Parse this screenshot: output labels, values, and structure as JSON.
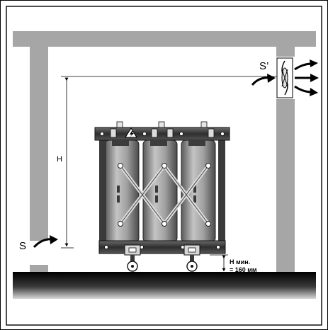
{
  "labels": {
    "inlet": "S",
    "outlet": "S’",
    "height": "H",
    "min_height_line1": "H мин.",
    "min_height_line2": "= 160 мм"
  },
  "icons": {
    "fan": "exhaust-fan-icon",
    "warning": "high-voltage-warning-icon"
  },
  "colors": {
    "wall": "#a6a6a6",
    "floor_dark": "#1a1a1a",
    "transformer_dark": "#3a3a3a",
    "coil": "#9a9a9a",
    "border": "#1a1a1a"
  }
}
